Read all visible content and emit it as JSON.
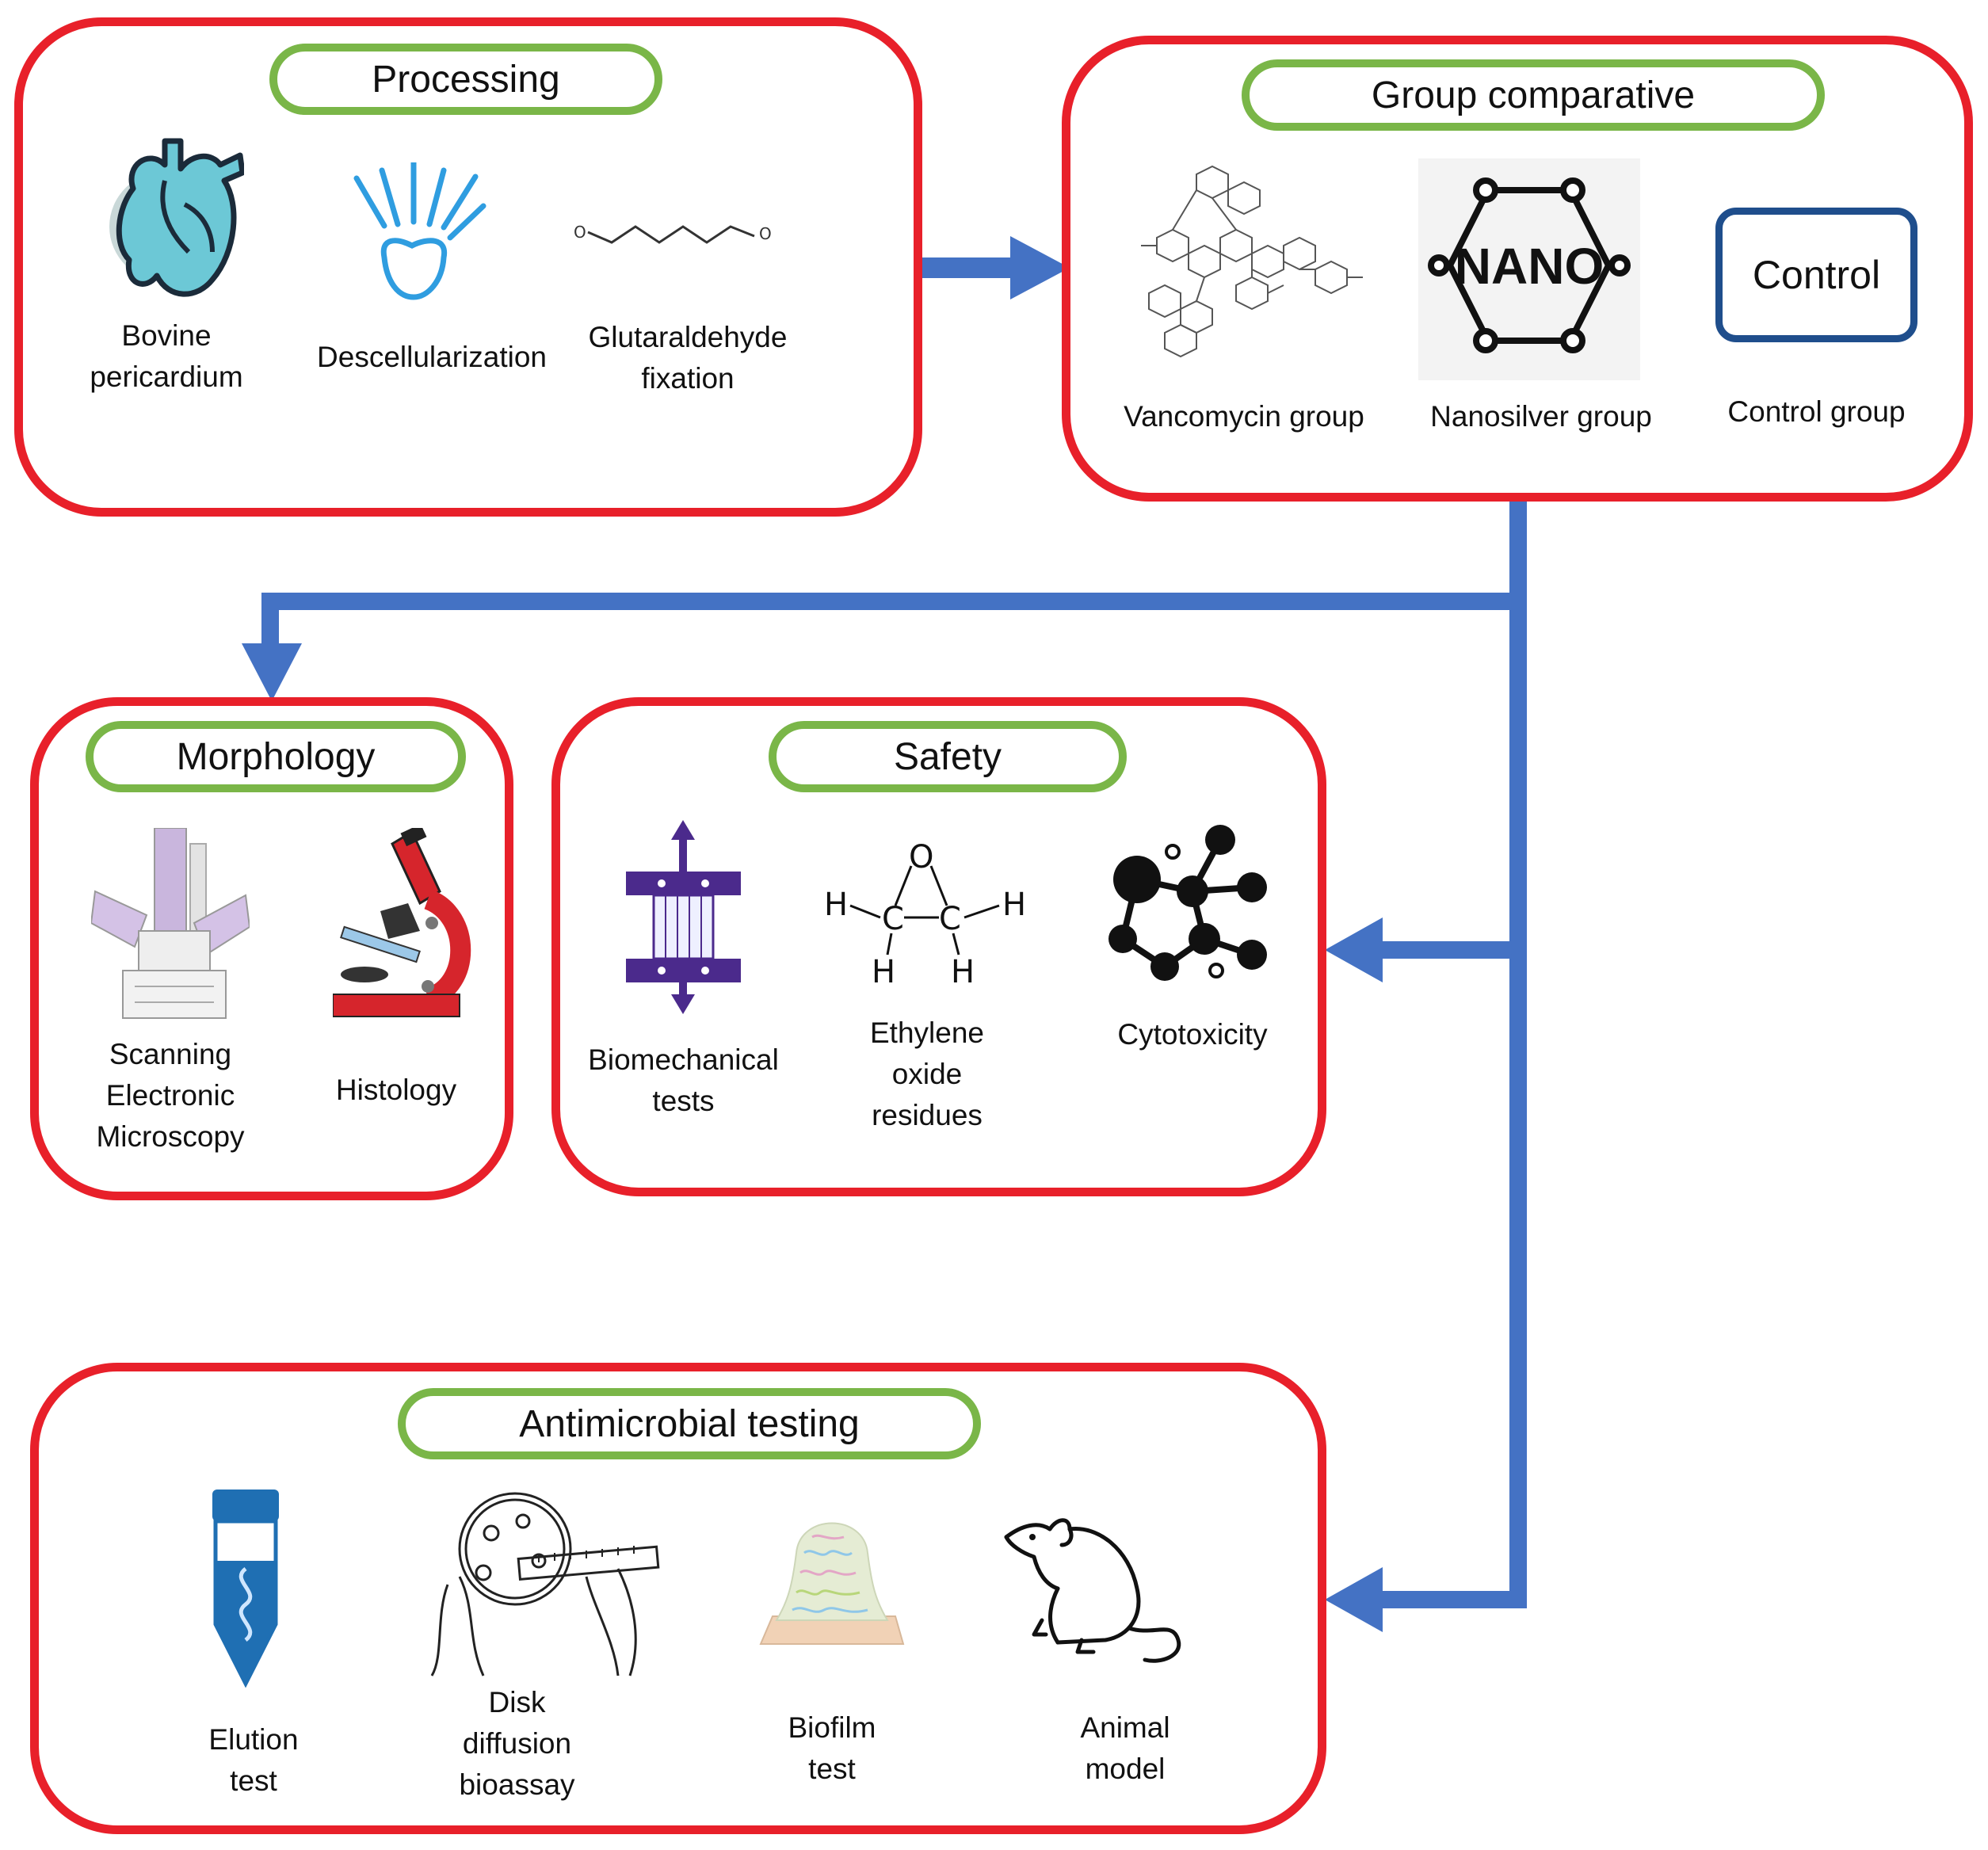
{
  "processing": {
    "title": "Processing",
    "items": [
      {
        "label": "Bovine\npericardium",
        "icon": "heart-icon"
      },
      {
        "label": "Descellularization",
        "icon": "decellularization-icon"
      },
      {
        "label": "Glutaraldehyde\nfixation",
        "icon": "glutaraldehyde-molecule-icon"
      }
    ]
  },
  "group_comparative": {
    "title": "Group comparative",
    "items": [
      {
        "label": "Vancomycin group",
        "icon": "vancomycin-molecule-icon"
      },
      {
        "label": "Nanosilver group",
        "icon": "nano-icon",
        "icon_text": "NANO"
      },
      {
        "label": "Control group",
        "icon": "control-box-icon",
        "icon_text": "Control"
      }
    ]
  },
  "morphology": {
    "title": "Morphology",
    "items": [
      {
        "label": "Scanning\nElectronic\nMicroscopy",
        "icon": "electron-microscope-icon"
      },
      {
        "label": "Histology",
        "icon": "microscope-icon"
      }
    ]
  },
  "safety": {
    "title": "Safety",
    "items": [
      {
        "label": "Biomechanical\ntests",
        "icon": "tensile-test-icon"
      },
      {
        "label": "Ethylene\noxide\nresidues",
        "icon": "ethylene-oxide-icon"
      },
      {
        "label": "Cytotoxicity",
        "icon": "cytotoxicity-molecule-icon"
      }
    ]
  },
  "antimicrobial": {
    "title": "Antimicrobial testing",
    "items": [
      {
        "label": "Elution\ntest",
        "icon": "test-tube-icon"
      },
      {
        "label": "Disk\ndiffusion\nbioassay",
        "icon": "petri-dish-icon"
      },
      {
        "label": "Biofilm\ntest",
        "icon": "biofilm-icon"
      },
      {
        "label": "Animal\nmodel",
        "icon": "rat-icon"
      }
    ]
  },
  "colors": {
    "panel_border": "#e8202a",
    "pill_border": "#7ab648",
    "arrow": "#4472c4",
    "control_border": "#1f4e8c"
  }
}
